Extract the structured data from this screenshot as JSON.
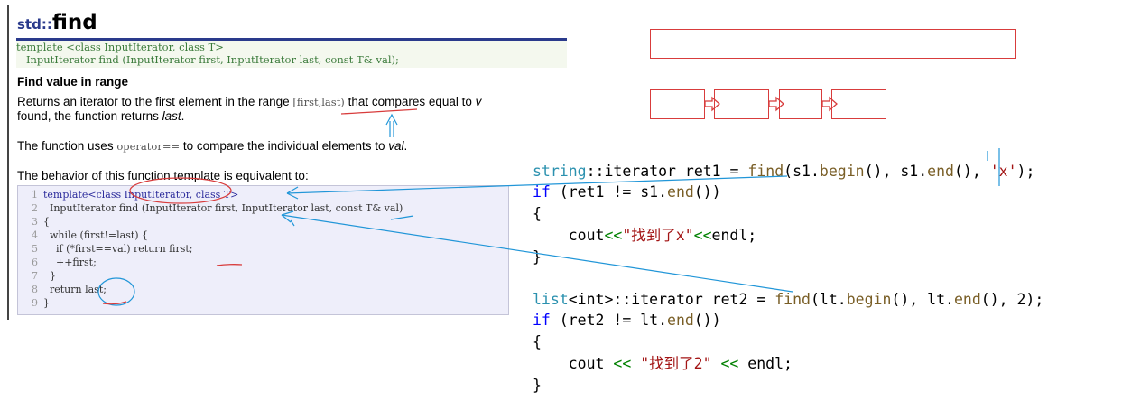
{
  "doc": {
    "namespace": "std::",
    "function_name": "find",
    "prototype_line1": "template <class InputIterator, class T>",
    "prototype_line2": "   InputIterator find (InputIterator first, InputIterator last, const T& val);",
    "heading": "Find value in range",
    "para1_a": "Returns an iterator to the first element in the range ",
    "para1_range": "[first,last)",
    "para1_b": " that compares equal to ",
    "para1_v": "v",
    "para1_line2a": "found, the function returns ",
    "para1_line2b": "last",
    "para1_line2c": ".",
    "para2_a": "The function uses ",
    "para2_op": "operator==",
    "para2_b": " to compare the individual elements to ",
    "para2_val": "val",
    "para2_c": ".",
    "para3": "The behavior of this function template is equivalent to:"
  },
  "code_lines": [
    {
      "n": "1",
      "text": "template<class InputIterator, class T>"
    },
    {
      "n": "2",
      "text": "  InputIterator find (InputIterator first, InputIterator last, const T& val)"
    },
    {
      "n": "3",
      "text": "{"
    },
    {
      "n": "4",
      "text": "  while (first!=last) {"
    },
    {
      "n": "5",
      "text": "    if (*first==val) return first;"
    },
    {
      "n": "6",
      "text": "    ++first;"
    },
    {
      "n": "7",
      "text": "  }"
    },
    {
      "n": "8",
      "text": "  return last;"
    },
    {
      "n": "9",
      "text": "}"
    }
  ],
  "vs": {
    "l1_type": "string",
    "l1_rest": "::iterator ret1 = ",
    "l1_fn": "find",
    "l1_args_a": "(s1.",
    "l1_begin": "begin",
    "l1_args_b": "(), s1.",
    "l1_end": "end",
    "l1_args_c": "(), ",
    "l1_str": "'x'",
    "l1_tail": ");",
    "l2_kw": "if",
    "l2_rest": " (ret1 != s1.",
    "l2_end": "end",
    "l2_tail": "())",
    "l3": "{",
    "l4_a": "    cout",
    "l4_op": "<<",
    "l4_str": "\"找到了x\"",
    "l4_op2": "<<",
    "l4_b": "endl;",
    "l5": "}",
    "l7_type": "list",
    "l7_tpl": "<int>",
    "l7_rest": "::iterator ret2 = ",
    "l7_fn": "find",
    "l7_args_a": "(lt.",
    "l7_begin": "begin",
    "l7_args_b": "(), lt.",
    "l7_end": "end",
    "l7_tail": "(), 2);",
    "l8_kw": "if",
    "l8_rest": " (ret2 != lt.",
    "l8_end": "end",
    "l8_tail": "())",
    "l9": "{",
    "l10_a": "    cout ",
    "l10_op": "<<",
    "l10_str": " \"找到了2\" ",
    "l10_op2": "<<",
    "l10_b": " endl;",
    "l11": "}"
  },
  "annotation_color": "#d83c3c",
  "arrow_color": "#2196d8"
}
